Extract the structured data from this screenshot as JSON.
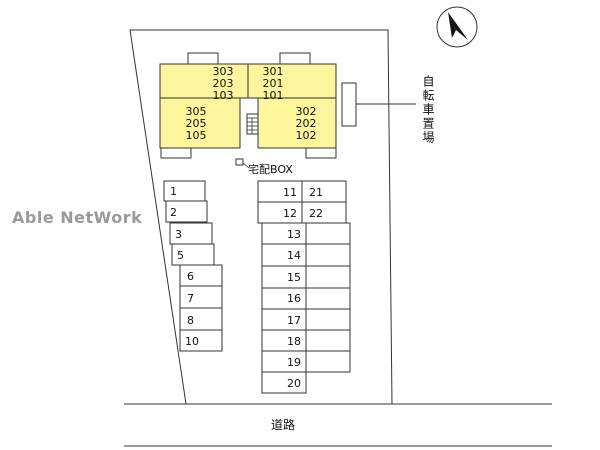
{
  "building": {
    "color": "#fff59d",
    "units": {
      "top_left": [
        "303",
        "203",
        "103"
      ],
      "top_right": [
        "301",
        "201",
        "101"
      ],
      "bottom_left": [
        "305",
        "205",
        "105"
      ],
      "bottom_right": [
        "302",
        "202",
        "102"
      ]
    }
  },
  "bicycle_parking_label": "自転車置場",
  "delivery_box_label": "宅配BOX",
  "road_label": "道路",
  "watermark": "Able NetWork",
  "north_arrow": "north-arrow-icon",
  "parking": {
    "left": [
      "1",
      "2",
      "3",
      "5",
      "6",
      "7",
      "8",
      "10"
    ],
    "center": [
      "11",
      "12",
      "13",
      "14",
      "15",
      "16",
      "17",
      "18",
      "19",
      "20"
    ],
    "right": [
      "21",
      "22"
    ]
  }
}
